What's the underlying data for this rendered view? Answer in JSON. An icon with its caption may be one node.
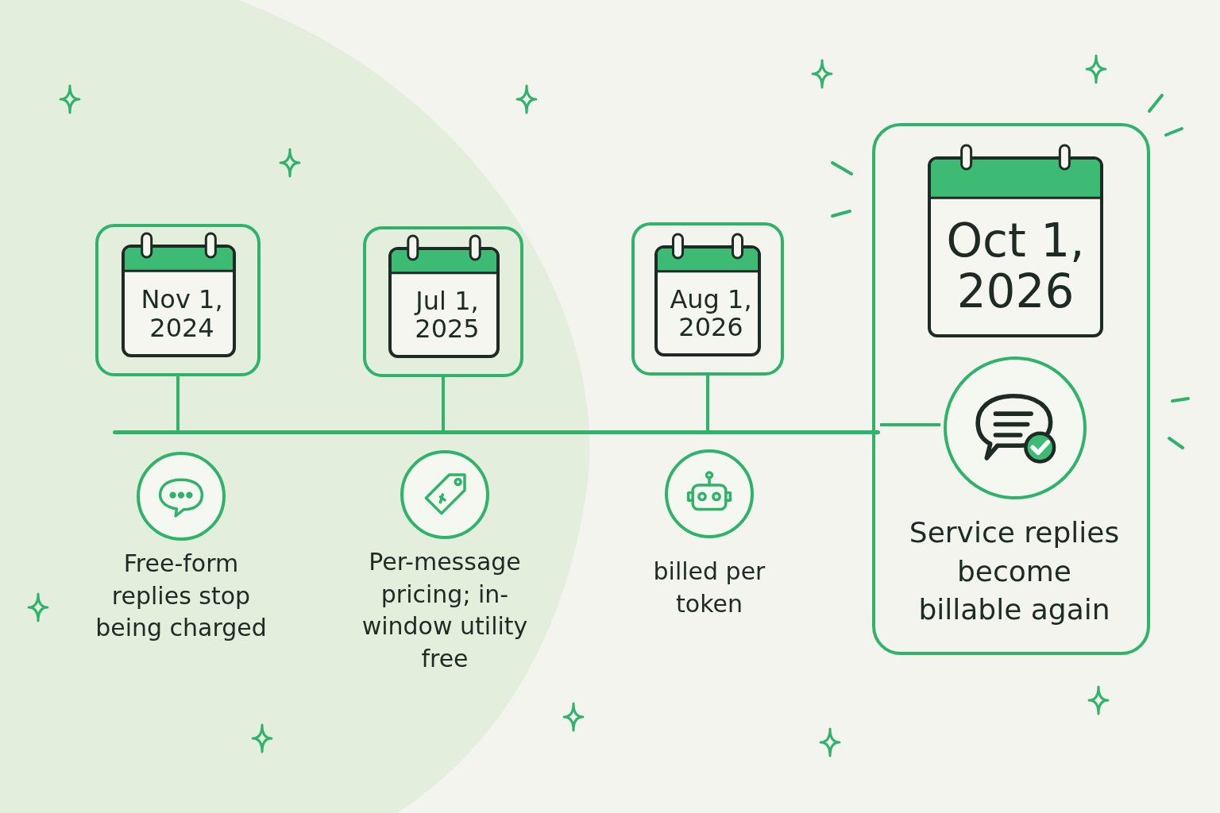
{
  "diagram": {
    "nodes": [
      {
        "text": [
          "Nov 1, 2024"
        ]
      },
      {
        "text": [],
        "shape": "circle",
        "beside": [
          "Free-form replies stop being charged"
        ]
      },
      {
        "text": [
          "Jul 1, 2025"
        ]
      },
      {
        "text": [],
        "shape": "circle",
        "beside": [
          "Per-message pricing; in-window utility free"
        ]
      },
      {
        "text": [
          "Aug 1, 2026"
        ]
      },
      {
        "text": [],
        "shape": "circle",
        "beside": [
          "billed per token"
        ]
      },
      {
        "text": [],
        "shape": "box"
      },
      {
        "text": [
          "Oct 1, 2026"
        ],
        "in": 6
      },
      {
        "text": [],
        "shape": "circle",
        "in": 6,
        "beside": [
          "Service replies become billable again"
        ]
      },
      {
        "text": [],
        "shape": "bar"
      }
    ],
    "edges": [
      {
        "from": 0,
        "to": 9,
        "arrow": "none"
      },
      {
        "from": 2,
        "to": 9,
        "arrow": "none"
      },
      {
        "from": 4,
        "to": 9,
        "arrow": "none"
      },
      {
        "from": 9,
        "to": 8,
        "arrow": "none"
      }
    ]
  }
}
